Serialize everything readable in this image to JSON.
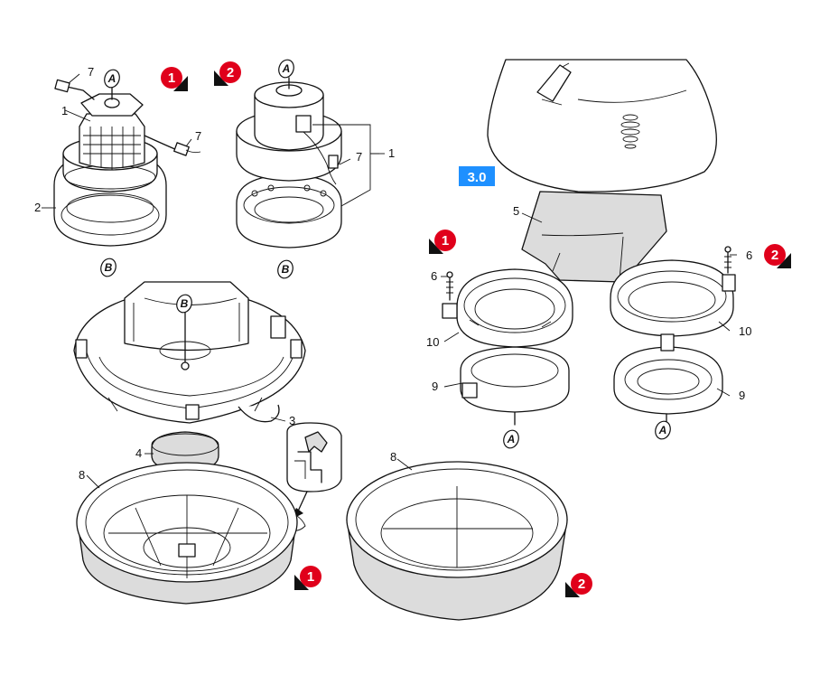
{
  "version_tag": {
    "text": "3.0",
    "color": "#1e90ff"
  },
  "variant_color": "#e0001b",
  "variant_badges": [
    {
      "id": "v1-top-left",
      "text": "1"
    },
    {
      "id": "v2-top-center",
      "text": "2"
    },
    {
      "id": "v1-right-mid",
      "text": "1"
    },
    {
      "id": "v2-right-mid",
      "text": "2"
    },
    {
      "id": "v1-bottom-left",
      "text": "1"
    },
    {
      "id": "v2-bottom-right",
      "text": "2"
    }
  ],
  "reference_markers": [
    {
      "id": "a-left-motor",
      "text": "A"
    },
    {
      "id": "a-center-motor",
      "text": "A"
    },
    {
      "id": "b-left-motor",
      "text": "B"
    },
    {
      "id": "b-center-motor",
      "text": "B"
    },
    {
      "id": "b-head",
      "text": "B"
    },
    {
      "id": "a-right-ring1",
      "text": "A"
    },
    {
      "id": "a-right-ring2",
      "text": "A"
    }
  ],
  "part_labels": [
    {
      "id": "p7-left",
      "text": "7"
    },
    {
      "id": "p1-left",
      "text": "1"
    },
    {
      "id": "p7-left-b",
      "text": "7"
    },
    {
      "id": "p2",
      "text": "2"
    },
    {
      "id": "p7-center",
      "text": "7"
    },
    {
      "id": "p1-center",
      "text": "1"
    },
    {
      "id": "p3",
      "text": "3"
    },
    {
      "id": "p4",
      "text": "4"
    },
    {
      "id": "p8-left",
      "text": "8"
    },
    {
      "id": "p8-right",
      "text": "8"
    },
    {
      "id": "p5",
      "text": "5"
    },
    {
      "id": "p6-left",
      "text": "6"
    },
    {
      "id": "p6-right",
      "text": "6"
    },
    {
      "id": "p10-left",
      "text": "10"
    },
    {
      "id": "p10-right",
      "text": "10"
    },
    {
      "id": "p9-left",
      "text": "9"
    },
    {
      "id": "p9-right",
      "text": "9"
    }
  ]
}
